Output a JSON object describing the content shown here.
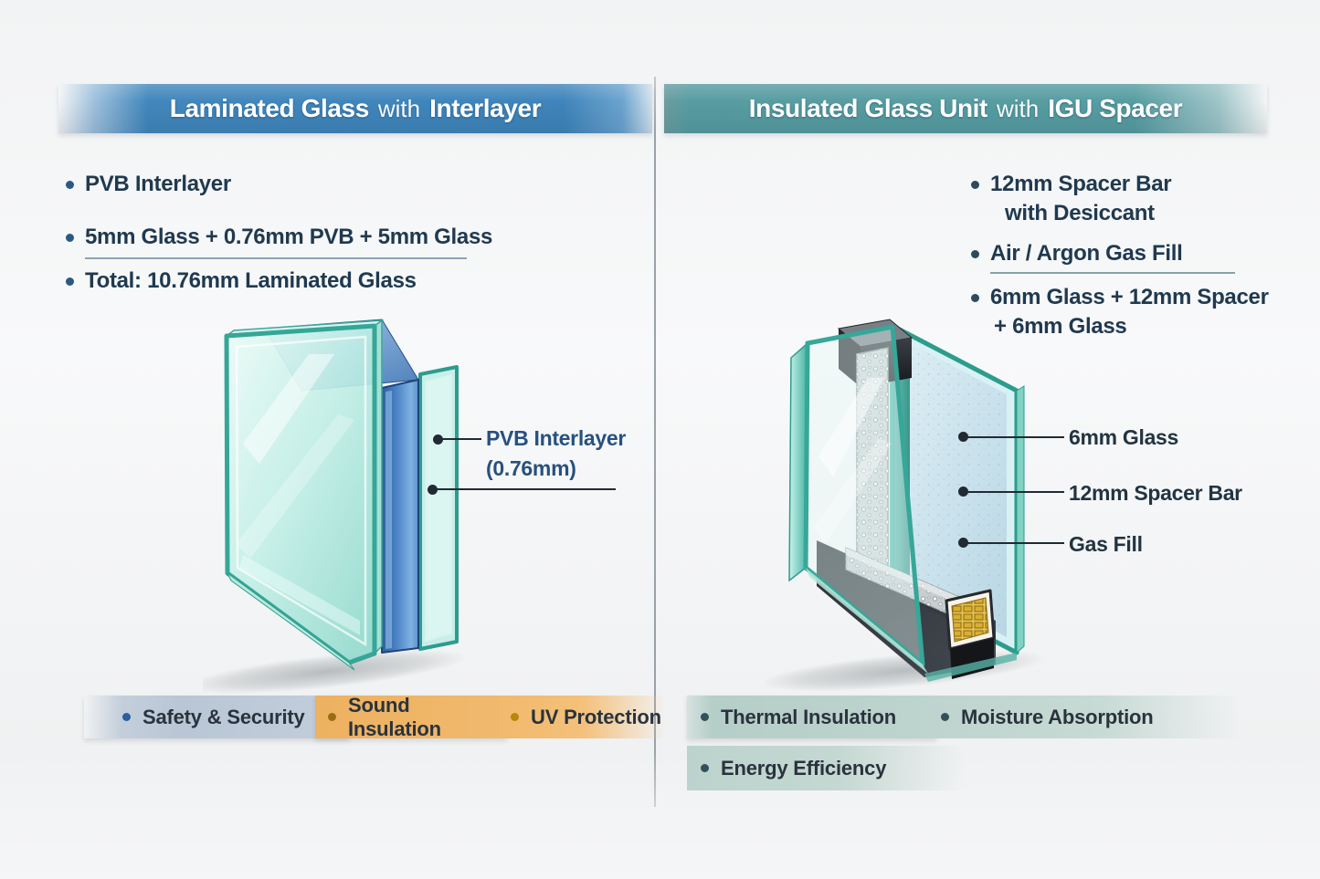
{
  "left": {
    "header": {
      "bold1": "Laminated Glass",
      "light": "with",
      "bold2": "Interlayer"
    },
    "bullets": {
      "b1": "PVB Interlayer",
      "b2": "5mm Glass + 0.76mm PVB + 5mm Glass",
      "b3": "Total: 10.76mm Laminated Glass"
    },
    "label": {
      "line1": "PVB Interlayer",
      "line2": "(0.76mm)"
    },
    "badges": [
      {
        "label": "Safety & Security"
      },
      {
        "label": "Sound Insulation"
      },
      {
        "label": "UV Protection"
      }
    ]
  },
  "right": {
    "header": {
      "bold1": "Insulated Glass Unit",
      "light": "with",
      "bold2": "IGU Spacer"
    },
    "bullets": {
      "b1_line1": "12mm Spacer Bar",
      "b1_line2": "with Desiccant",
      "b2": "Air / Argon Gas Fill",
      "b3_line1": "6mm Glass + 12mm Spacer",
      "b3_line2": "+ 6mm Glass"
    },
    "labels": [
      "6mm Glass",
      "12mm Spacer Bar",
      "Gas Fill"
    ],
    "badges": [
      {
        "label": "Thermal Insulation"
      },
      {
        "label": "Moisture Absorption"
      },
      {
        "label": "Energy Efficiency"
      }
    ]
  },
  "colors": {
    "left_header_bg": "#4287bc",
    "right_header_bg": "#579da2",
    "body_text": "#20394f",
    "left_label_text": "#27517f",
    "right_label_text": "#223441",
    "leader_line": "#212a33",
    "badge_safety_bg": "#b9c6d5",
    "badge_sound_bg": "#efb567",
    "badge_uv_bg": "#f3bd72",
    "badge_teal_bg": "#bed4ce",
    "glass_teal_edge": "#35a697",
    "pvb_blue": "#4a7fc0",
    "gas_cavity_blue": "#cfe6f0",
    "spacer_frame_dark": "#2e3338",
    "desiccant_gold": "#e6c14c"
  }
}
